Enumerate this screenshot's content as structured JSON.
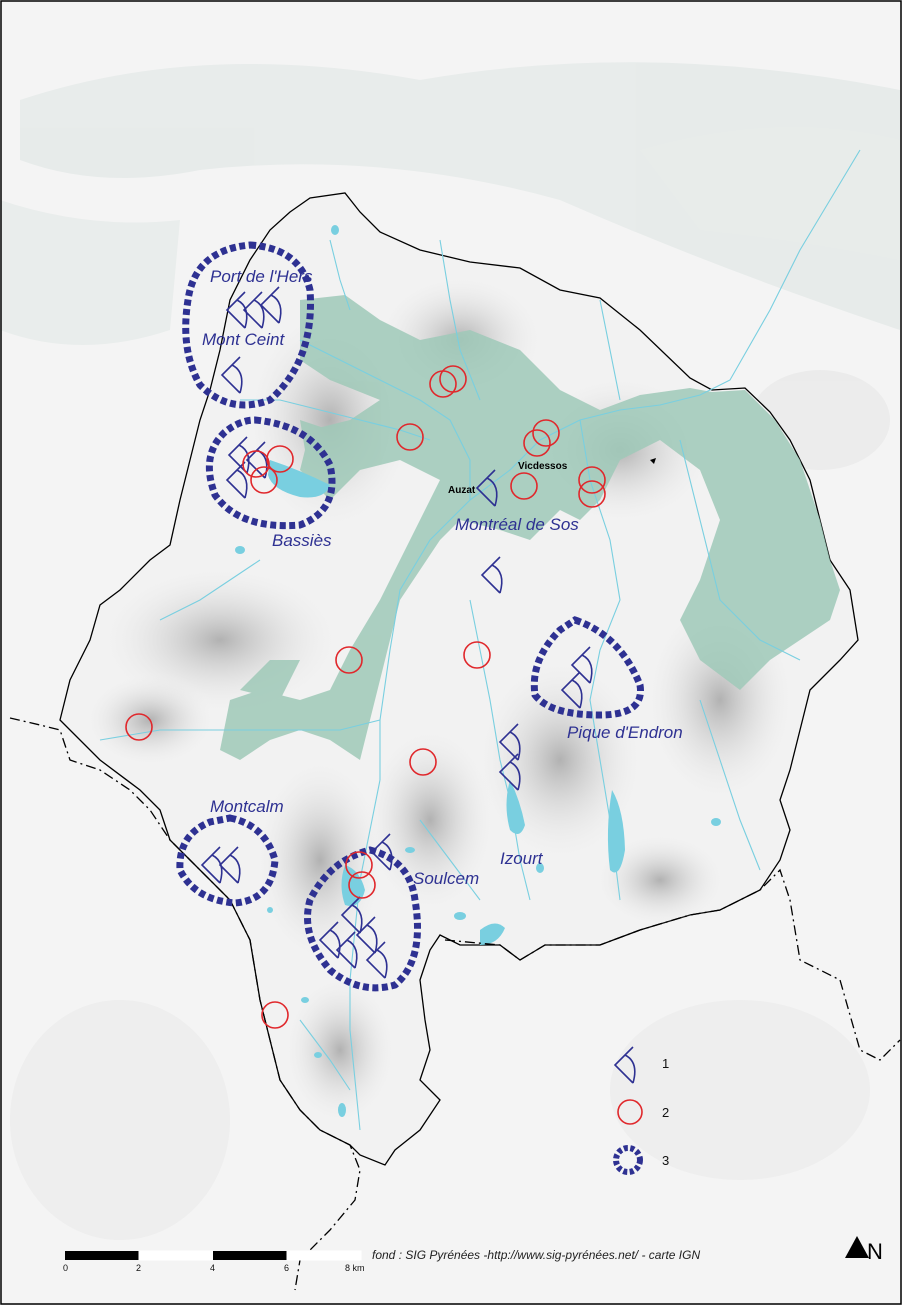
{
  "colors": {
    "site_symbol": "#2e3192",
    "circle_symbol": "#e0282c",
    "water": "#79cfe0",
    "forest": "#9fc9b8",
    "relief_dark": "#9a9a9a",
    "frame": "#000000"
  },
  "places": {
    "port_de_lhers": "Port de l'Hers",
    "mont_ceint": "Mont Ceint",
    "bassies": "Bassiès",
    "montreal_de_sos": "Montréal de Sos",
    "pique_dendron": "Pique d'Endron",
    "montcalm": "Montcalm",
    "soulcem": "Soulcem",
    "izourt": "Izourt",
    "auzat": "Auzat",
    "vicdessos": "Vicdessos"
  },
  "legend": {
    "item1": "1",
    "item2": "2",
    "item3": "3"
  },
  "scale": {
    "ticks": [
      "0",
      "2",
      "4",
      "6",
      "8 km"
    ]
  },
  "credit": "fond : SIG Pyrénées -http://www.sig-pyrénées.net/ - carte IGN",
  "north": "N",
  "icons": {
    "site": "quarry-site-icon",
    "circle": "circle-site-icon",
    "zone": "dashed-zone-icon",
    "north": "north-arrow-icon"
  }
}
